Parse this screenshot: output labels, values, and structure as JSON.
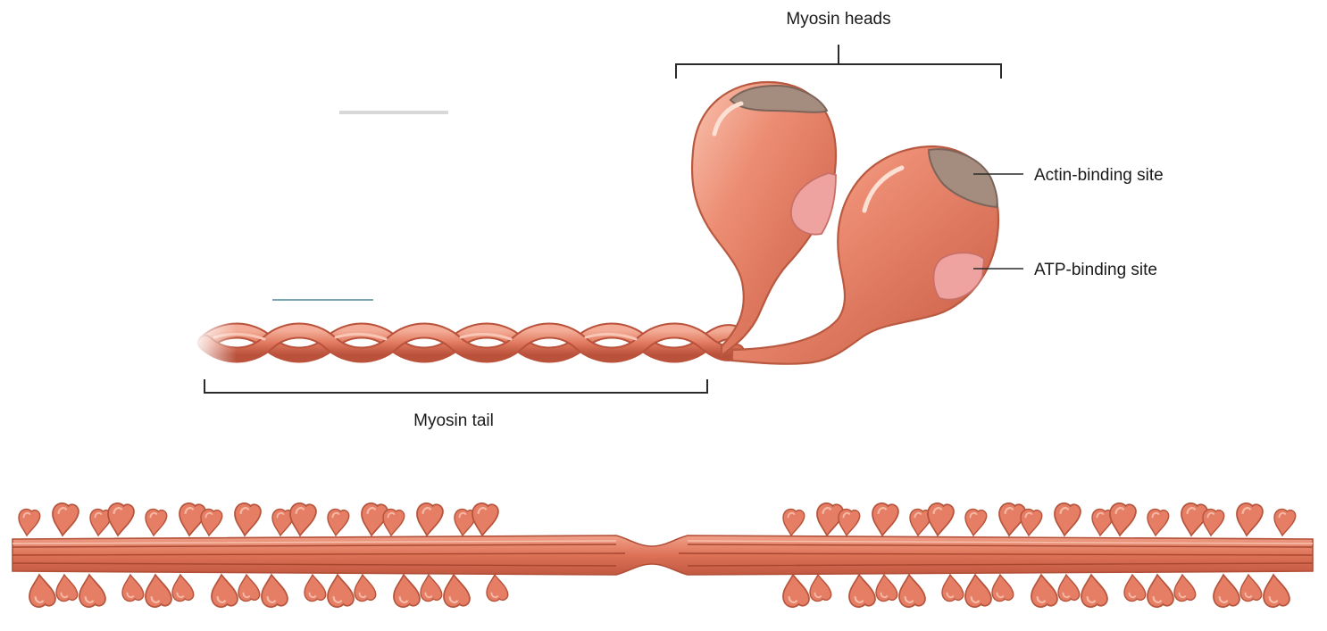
{
  "labels": {
    "heads": "Myosin heads",
    "tail": "Myosin tail",
    "actin_site": "Actin-binding site",
    "atp_site": "ATP-binding site"
  },
  "colors": {
    "myosin_body": "#e8836a",
    "myosin_dark": "#c9573f",
    "myosin_light": "#f6b8a4",
    "actin_cap": "#a48c7e",
    "atp_site": "#eea3a0",
    "line": "#2b2b2b",
    "faint_rule": "#6a9aa8"
  }
}
